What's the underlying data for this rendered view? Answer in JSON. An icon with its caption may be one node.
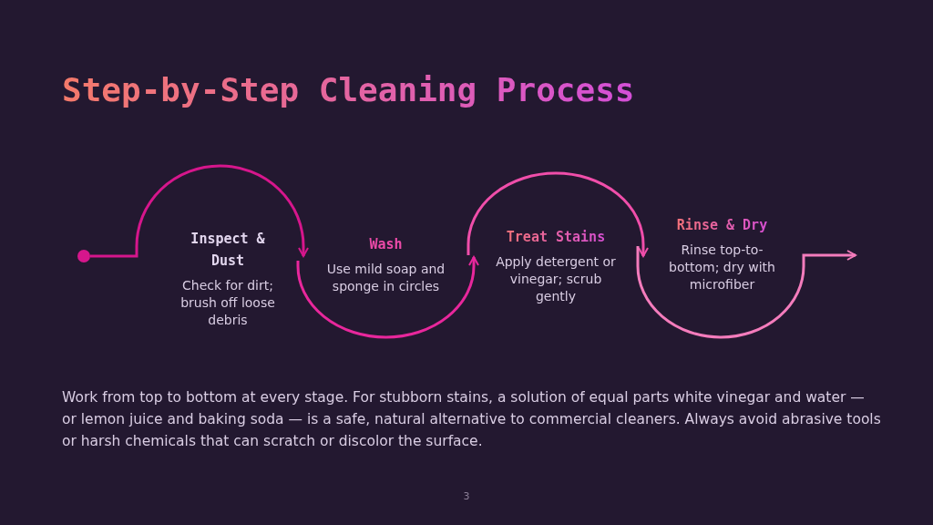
{
  "diagram": {
    "title": "Step-by-Step Cleaning Process",
    "nodes": [
      {
        "text": [],
        "shape": "circle"
      },
      {
        "text": [
          "Inspect & Dust",
          "Check for dirt; brush off loose debris"
        ]
      },
      {
        "text": [
          "Wash",
          "Use mild soap and sponge in circles"
        ]
      },
      {
        "text": [
          "Treat Stains",
          "Apply detergent or vinegar; scrub gently"
        ]
      },
      {
        "text": [
          "Rinse & Dry",
          "Rinse top-to-bottom; dry with microfiber"
        ]
      }
    ],
    "edges": [
      {
        "from": 0,
        "to": 2,
        "arrow": "to",
        "color": "#d6168c"
      },
      {
        "from": 1,
        "to": 3,
        "arrow": "to",
        "color": "#e8279c"
      },
      {
        "from": 2,
        "to": 4,
        "arrow": "to",
        "color": "#f04eaa"
      },
      {
        "from": 3,
        "to": null,
        "arrow": "to",
        "color": "#f47cbc"
      }
    ],
    "labels": [
      "Work from top to bottom at every stage. For stubborn stains, a solution of equal parts white vinegar and water — or lemon juice and baking soda — is a safe, natural alternative to commercial cleaners. Always avoid abrasive tools or harsh chemicals that can scratch or discolor the surface.",
      "3"
    ]
  }
}
